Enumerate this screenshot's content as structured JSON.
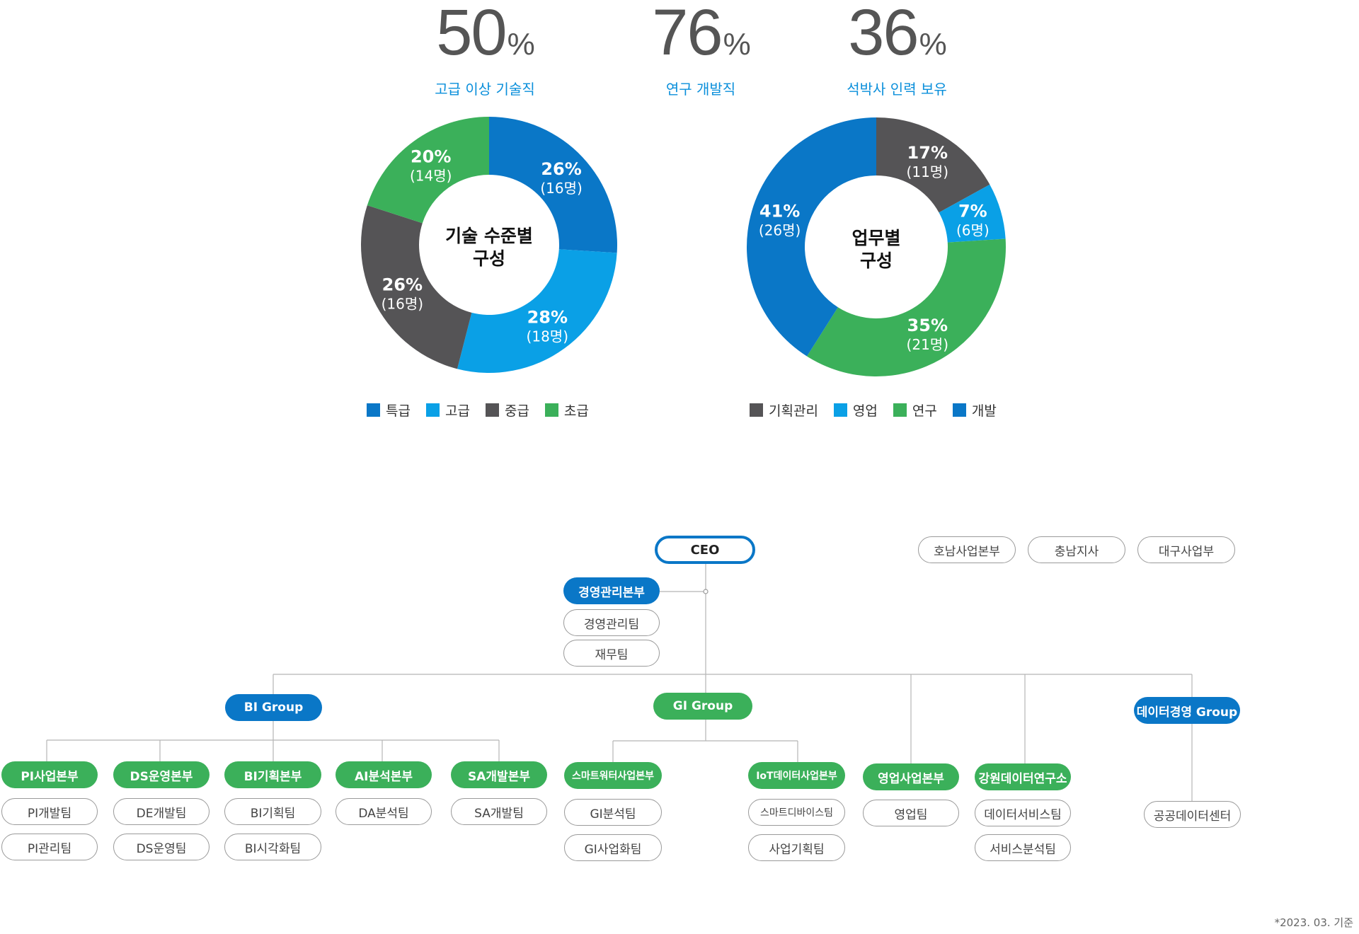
{
  "stats": [
    {
      "value": "50",
      "unit": "%",
      "label": "고급 이상 기술직"
    },
    {
      "value": "76",
      "unit": "%",
      "label": "연구 개발직"
    },
    {
      "value": "36",
      "unit": "%",
      "label": "석박사 인력 보유"
    }
  ],
  "chart_data": [
    {
      "type": "pie",
      "title": "기술 수준별 구성",
      "title_lines": [
        "기술 수준별",
        "구성"
      ],
      "slices": [
        {
          "name": "특급",
          "percent": 26,
          "pct_label": "26%",
          "count_label": "(16명)",
          "color": "#0a77c7"
        },
        {
          "name": "고급",
          "percent": 28,
          "pct_label": "28%",
          "count_label": "(18명)",
          "color": "#0aa0e6"
        },
        {
          "name": "중급",
          "percent": 26,
          "pct_label": "26%",
          "count_label": "(16명)",
          "color": "#555456"
        },
        {
          "name": "초급",
          "percent": 20,
          "pct_label": "20%",
          "count_label": "(14명)",
          "color": "#3bb05a"
        }
      ],
      "legend": [
        "특급",
        "고급",
        "중급",
        "초급"
      ]
    },
    {
      "type": "pie",
      "title": "업무별 구성",
      "title_lines": [
        "업무별",
        "구성"
      ],
      "slices": [
        {
          "name": "기획관리",
          "percent": 17,
          "pct_label": "17%",
          "count_label": "(11명)",
          "color": "#555456"
        },
        {
          "name": "영업",
          "percent": 7,
          "pct_label": "7%",
          "count_label": "(6명)",
          "color": "#0aa0e6"
        },
        {
          "name": "연구",
          "percent": 35,
          "pct_label": "35%",
          "count_label": "(21명)",
          "color": "#3bb05a"
        },
        {
          "name": "개발",
          "percent": 41,
          "pct_label": "41%",
          "count_label": "(26명)",
          "color": "#0a77c7"
        }
      ],
      "legend": [
        "기획관리",
        "영업",
        "연구",
        "개발"
      ]
    }
  ],
  "org": {
    "ceo": "CEO",
    "branches": [
      "호남사업본부",
      "충남지사",
      "대구사업부"
    ],
    "mgmt": {
      "title": "경영관리본부",
      "teams": [
        "경영관리팀",
        "재무팀"
      ]
    },
    "bi_group": "BI Group",
    "gi_group": "GI Group",
    "data_group": "데이터경영 Group",
    "bi_divisions": [
      {
        "title": "PI사업본부",
        "teams": [
          "PI개발팀",
          "PI관리팀"
        ]
      },
      {
        "title": "DS운영본부",
        "teams": [
          "DE개발팀",
          "DS운영팀"
        ]
      },
      {
        "title": "BI기획본부",
        "teams": [
          "BI기획팀",
          "BI시각화팀"
        ]
      },
      {
        "title": "AI분석본부",
        "teams": [
          "DA분석팀"
        ]
      },
      {
        "title": "SA개발본부",
        "teams": [
          "SA개발팀"
        ]
      }
    ],
    "gi_divisions": [
      {
        "title": "스마트워터사업본부",
        "teams": [
          "GI분석팀",
          "GI사업화팀"
        ]
      },
      {
        "title": "IoT데이터사업본부",
        "teams": [
          "스마트디바이스팀",
          "사업기획팀"
        ]
      }
    ],
    "sales": {
      "title": "영업사업본부",
      "teams": [
        "영업팀"
      ]
    },
    "gangwon": {
      "title": "강원데이터연구소",
      "teams": [
        "데이터서비스팀",
        "서비스분석팀"
      ]
    },
    "data_teams": [
      "공공데이터센터"
    ]
  },
  "footnote": "*2023. 03. 기준"
}
